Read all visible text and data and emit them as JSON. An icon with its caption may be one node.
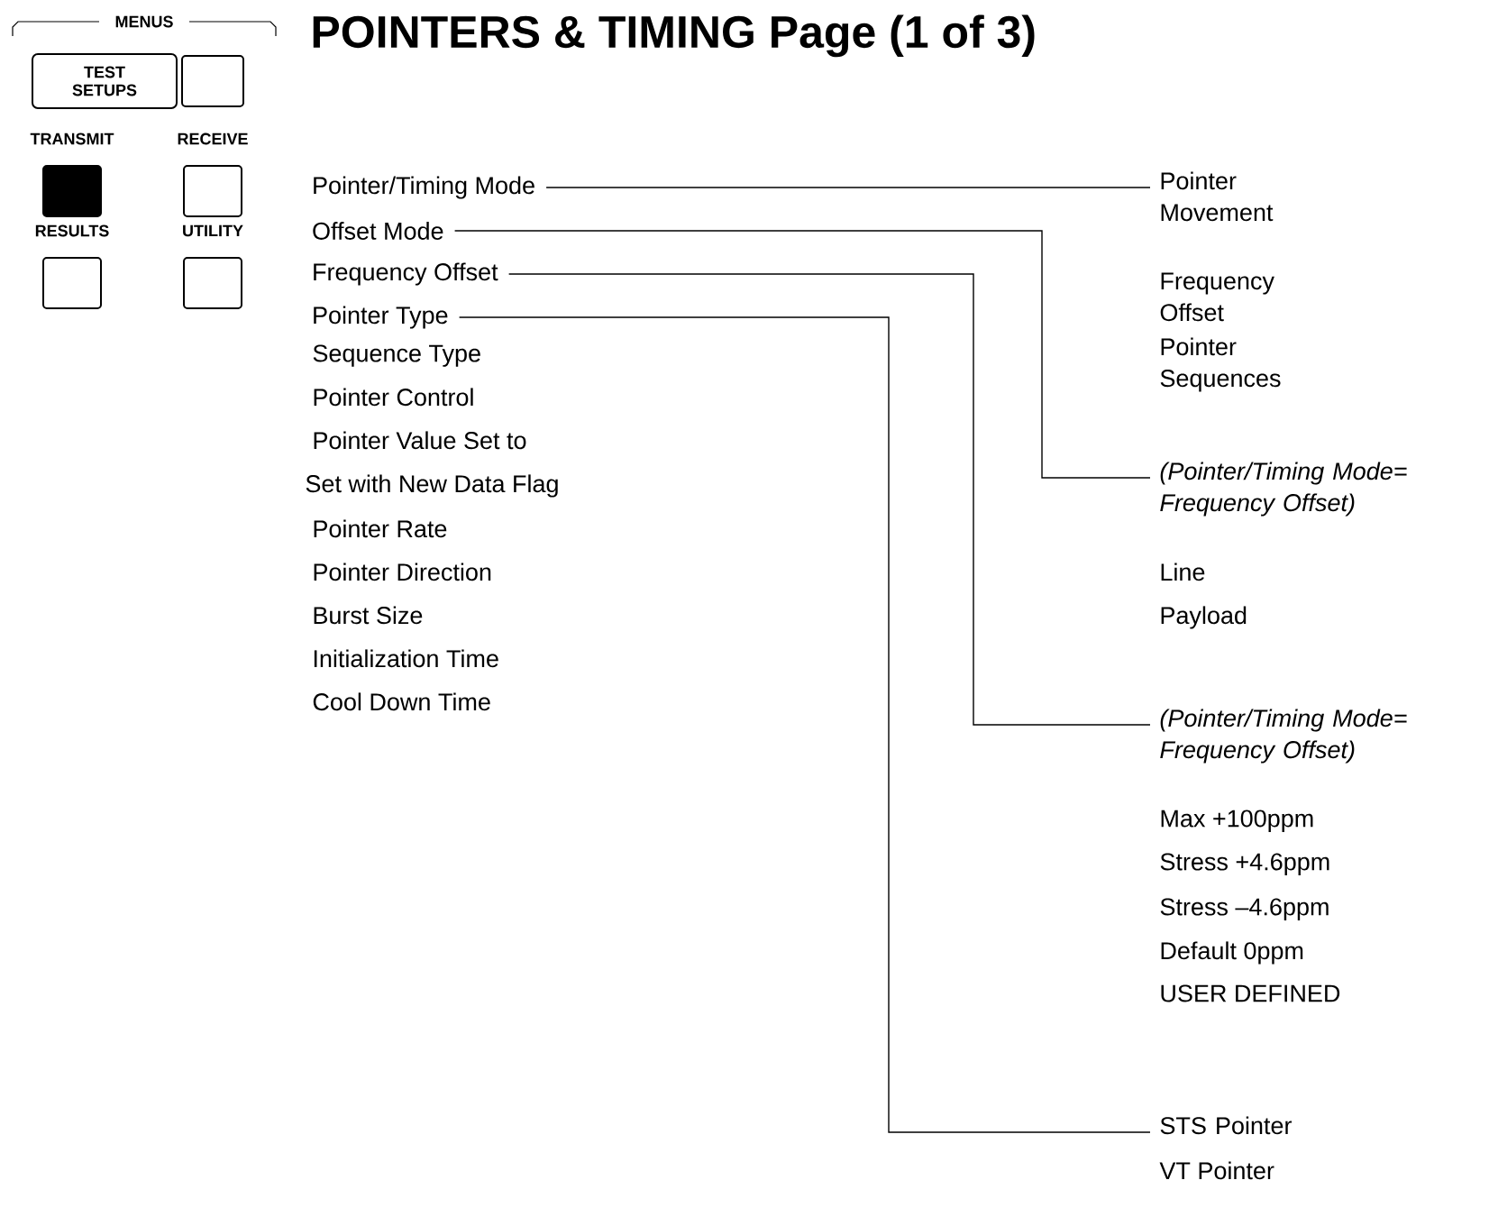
{
  "diagram": {
    "title": "POINTERS & TIMING Page (1 of 3)",
    "nodes": [
      {
        "text": [
          "TEST SETUPS"
        ]
      },
      {
        "text": [],
        "shape": "box"
      },
      {
        "text": [
          "TRANSMIT"
        ]
      },
      {
        "text": [
          "RECEIVE"
        ]
      },
      {
        "text": [
          "RESULTS"
        ]
      },
      {
        "text": [
          "UTILITY"
        ]
      },
      {
        "text": [
          "Pointer/Timing Mode"
        ]
      },
      {
        "text": [
          "Offset Mode"
        ]
      },
      {
        "text": [
          "Frequency Offset"
        ]
      },
      {
        "text": [
          "Pointer Type"
        ]
      },
      {
        "text": [
          "Pointer Movement"
        ]
      },
      {
        "text": [
          "(Pointer/Timing Mode= Frequency Offset)"
        ]
      },
      {
        "text": [
          "(Pointer/Timing Mode= Frequency Offset)"
        ]
      },
      {
        "text": [
          "STS Pointer"
        ]
      }
    ],
    "edges": [
      {
        "from": 6,
        "to": 10,
        "arrow": "none"
      },
      {
        "from": 7,
        "to": 11,
        "arrow": "none"
      },
      {
        "from": 8,
        "to": 12,
        "arrow": "none"
      },
      {
        "from": 9,
        "to": 13,
        "arrow": "none"
      }
    ],
    "labels": [
      "MENUS",
      "Sequence Type",
      "Pointer Control",
      "Pointer Value Set to",
      "Set with New Data Flag",
      "Pointer Rate",
      "Pointer Direction",
      "Burst Size",
      "Initialization Time",
      "Cool Down Time",
      "Frequency Offset",
      "Pointer Sequences",
      "Line",
      "Payload",
      "Max +100ppm",
      "Stress –4.6ppm",
      "Stress +4.6ppm",
      "Default 0ppm",
      "USER DEFINED",
      "VT Pointer"
    ]
  }
}
